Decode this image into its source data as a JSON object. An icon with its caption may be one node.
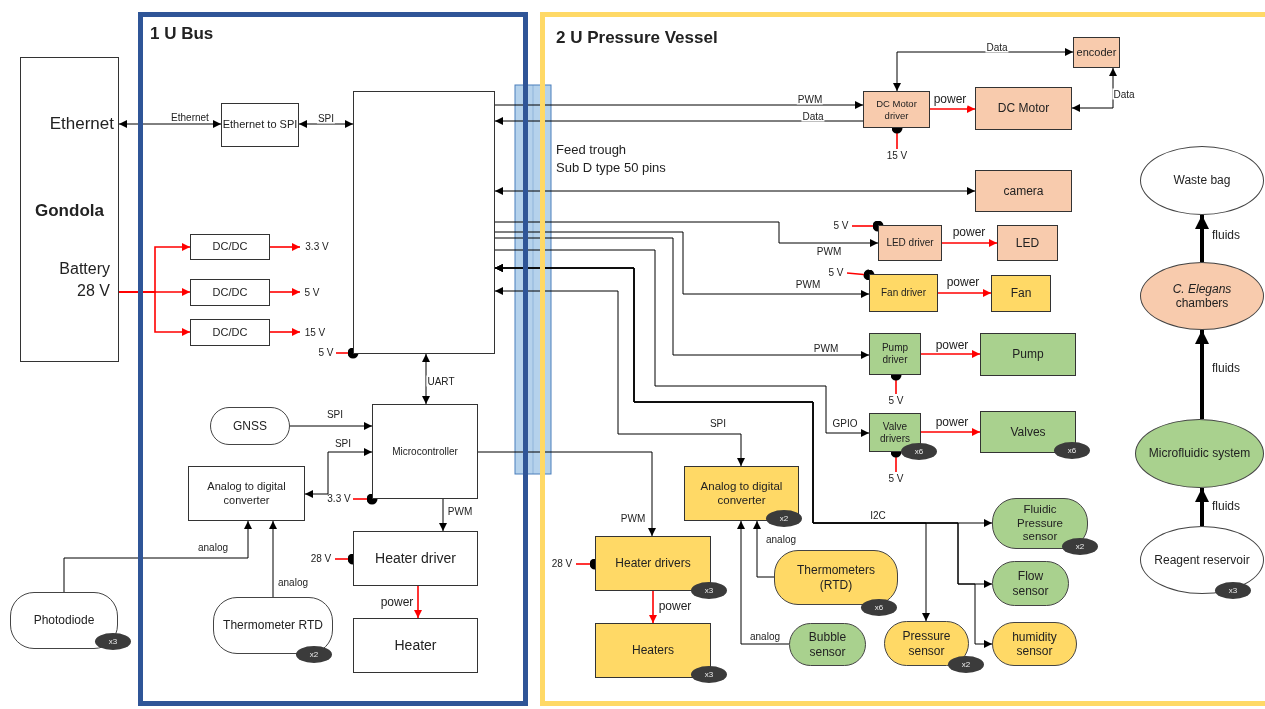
{
  "diagram": {
    "nodes": [
      {
        "text": [
          "Ethernet",
          "Gondola",
          "Battery 28 V"
        ]
      },
      {
        "text": [
          "1 U Bus"
        ]
      },
      {
        "text": [
          "2 U Pressure Vessel"
        ]
      },
      {
        "text": [
          "Ethernet to SPI"
        ],
        "in": 1
      },
      {
        "text": [],
        "shape": "box",
        "in": 1
      },
      {
        "text": [
          "DC/DC"
        ],
        "in": 1
      },
      {
        "text": [
          "DC/DC"
        ],
        "in": 1
      },
      {
        "text": [
          "DC/DC"
        ],
        "in": 1
      },
      {
        "text": [
          "GNSS"
        ],
        "in": 1
      },
      {
        "text": [
          "Microcontroller"
        ],
        "in": 1
      },
      {
        "text": [
          "Analog to digital converter"
        ],
        "in": 1
      },
      {
        "text": [
          "Heater driver"
        ],
        "in": 1
      },
      {
        "text": [
          "Heater"
        ],
        "in": 1
      },
      {
        "text": [
          "Photodiode",
          "x3"
        ]
      },
      {
        "text": [
          "Thermometer RTD",
          "x2"
        ],
        "in": 1
      },
      {
        "text": [
          "DC Motor driver"
        ],
        "in": 2
      },
      {
        "text": [
          "DC Motor"
        ],
        "in": 2
      },
      {
        "text": [
          "encoder"
        ],
        "in": 2
      },
      {
        "text": [
          "camera"
        ],
        "in": 2
      },
      {
        "text": [
          "LED driver"
        ],
        "in": 2
      },
      {
        "text": [
          "LED"
        ],
        "in": 2
      },
      {
        "text": [
          "Fan driver"
        ],
        "in": 2
      },
      {
        "text": [
          "Fan"
        ],
        "in": 2
      },
      {
        "text": [
          "Pump driver"
        ],
        "in": 2
      },
      {
        "text": [
          "Pump"
        ],
        "in": 2
      },
      {
        "text": [
          "Valve drivers",
          "x6"
        ],
        "in": 2
      },
      {
        "text": [
          "Valves",
          "x6"
        ],
        "in": 2
      },
      {
        "text": [
          "Analog to digital converter",
          "x2"
        ],
        "in": 2
      },
      {
        "text": [
          "Heater drivers",
          "x3"
        ],
        "in": 2
      },
      {
        "text": [
          "Heaters",
          "x3"
        ],
        "in": 2
      },
      {
        "text": [
          "Thermometers (RTD)",
          "x6"
        ],
        "in": 2
      },
      {
        "text": [
          "Bubble sensor"
        ],
        "in": 2
      },
      {
        "text": [
          "Fluidic Pressure sensor",
          "x2"
        ],
        "in": 2
      },
      {
        "text": [
          "Flow sensor"
        ],
        "in": 2
      },
      {
        "text": [
          "Pressure sensor",
          "x2"
        ],
        "in": 2
      },
      {
        "text": [
          "humidity sensor"
        ],
        "in": 2
      },
      {
        "text": [
          "Waste bag"
        ],
        "in": 2
      },
      {
        "text": [
          "*C. Elegans* chambers"
        ],
        "in": 2
      },
      {
        "text": [
          "Microfluidic system"
        ],
        "in": 2
      },
      {
        "text": [
          "Reagent reservoir",
          "x3"
        ],
        "in": 2
      },
      {
        "text": [
          "3.3 V"
        ],
        "in": 1
      },
      {
        "text": [
          "5 V"
        ],
        "in": 1
      },
      {
        "text": [
          "15 V"
        ],
        "in": 1
      },
      {
        "text": [
          "5 V"
        ],
        "in": 1
      },
      {
        "text": [
          "3.3 V"
        ],
        "in": 1
      },
      {
        "text": [
          "28 V"
        ],
        "in": 1
      },
      {
        "text": [
          "15 V"
        ],
        "in": 2
      },
      {
        "text": [
          "5 V"
        ],
        "in": 2
      },
      {
        "text": [
          "5 V"
        ],
        "in": 2
      },
      {
        "text": [
          "5 V"
        ],
        "in": 2
      },
      {
        "text": [
          "5 V"
        ],
        "in": 2
      },
      {
        "text": [
          "28 V"
        ],
        "in": 2
      }
    ],
    "edges": [
      {
        "from": 0,
        "to": 3,
        "arrow": "both",
        "label": "Ethernet"
      },
      {
        "from": 3,
        "to": 4,
        "arrow": "both",
        "label": "SPI"
      },
      {
        "from": 0,
        "to": 5,
        "arrow": "to",
        "color": "#ff0000"
      },
      {
        "from": 0,
        "to": 6,
        "arrow": "to",
        "color": "#ff0000"
      },
      {
        "from": 0,
        "to": 7,
        "arrow": "to",
        "color": "#ff0000"
      },
      {
        "from": 5,
        "to": 40,
        "arrow": "to",
        "color": "#ff0000"
      },
      {
        "from": 6,
        "to": 41,
        "arrow": "to",
        "color": "#ff0000"
      },
      {
        "from": 7,
        "to": 42,
        "arrow": "to",
        "color": "#ff0000"
      },
      {
        "from": 43,
        "to": 4,
        "arrow": "other",
        "color": "#ff0000"
      },
      {
        "from": 4,
        "to": 9,
        "arrow": "both",
        "label": "UART"
      },
      {
        "from": 8,
        "to": 9,
        "arrow": "to",
        "label": "SPI"
      },
      {
        "from": 9,
        "to": 10,
        "arrow": "both",
        "label": "SPI"
      },
      {
        "from": 44,
        "to": 9,
        "arrow": "other",
        "color": "#ff0000"
      },
      {
        "from": 9,
        "to": 11,
        "arrow": "to",
        "label": "PWM"
      },
      {
        "from": 45,
        "to": 11,
        "arrow": "other",
        "color": "#ff0000"
      },
      {
        "from": 11,
        "to": 12,
        "arrow": "to",
        "label": "power",
        "color": "#ff0000"
      },
      {
        "from": 13,
        "to": 10,
        "arrow": "to",
        "label": "analog"
      },
      {
        "from": 14,
        "to": 10,
        "arrow": "to",
        "label": "analog"
      },
      {
        "from": 4,
        "to": 15,
        "arrow": "to",
        "label": "PWM"
      },
      {
        "from": 15,
        "to": 4,
        "arrow": "to",
        "label": "Data"
      },
      {
        "from": 15,
        "to": 17,
        "arrow": "both",
        "label": "Data"
      },
      {
        "from": 16,
        "to": 17,
        "arrow": "both",
        "label": "Data"
      },
      {
        "from": 15,
        "to": 16,
        "arrow": "to",
        "label": "power",
        "color": "#ff0000"
      },
      {
        "from": 46,
        "to": 15,
        "arrow": "other",
        "color": "#ff0000"
      },
      {
        "from": 4,
        "to": 18,
        "arrow": "both"
      },
      {
        "from": 4,
        "to": 19,
        "arrow": "to",
        "label": "PWM"
      },
      {
        "from": 47,
        "to": 19,
        "arrow": "other",
        "color": "#ff0000"
      },
      {
        "from": 19,
        "to": 20,
        "arrow": "to",
        "label": "power",
        "color": "#ff0000"
      },
      {
        "from": 4,
        "to": 21,
        "arrow": "to",
        "label": "PWM"
      },
      {
        "from": 48,
        "to": 21,
        "arrow": "other",
        "color": "#ff0000"
      },
      {
        "from": 21,
        "to": 22,
        "arrow": "to",
        "label": "power",
        "color": "#ff0000"
      },
      {
        "from": 4,
        "to": 23,
        "arrow": "to",
        "label": "PWM"
      },
      {
        "from": 49,
        "to": 23,
        "arrow": "other",
        "color": "#ff0000"
      },
      {
        "from": 23,
        "to": 24,
        "arrow": "to",
        "label": "power",
        "color": "#ff0000"
      },
      {
        "from": 4,
        "to": 25,
        "arrow": "to",
        "label": "GPIO"
      },
      {
        "from": 50,
        "to": 25,
        "arrow": "other",
        "color": "#ff0000"
      },
      {
        "from": 25,
        "to": 26,
        "arrow": "to",
        "label": "power",
        "color": "#ff0000"
      },
      {
        "from": 4,
        "to": 27,
        "arrow": "both",
        "label": "SPI"
      },
      {
        "from": 4,
        "to": 32,
        "arrow": "both",
        "label": "I2C"
      },
      {
        "from": 4,
        "to": 34,
        "arrow": "both"
      },
      {
        "from": 4,
        "to": 33,
        "arrow": "both"
      },
      {
        "from": 4,
        "to": 35,
        "arrow": "both"
      },
      {
        "from": 9,
        "to": 28,
        "arrow": "to",
        "label": "PWM"
      },
      {
        "from": 51,
        "to": 28,
        "arrow": "other",
        "color": "#ff0000"
      },
      {
        "from": 28,
        "to": 29,
        "arrow": "to",
        "label": "power",
        "color": "#ff0000"
      },
      {
        "from": 30,
        "to": 27,
        "arrow": "to",
        "label": "analog"
      },
      {
        "from": 31,
        "to": 27,
        "arrow": "to",
        "label": "analog"
      },
      {
        "from": 39,
        "to": 38,
        "arrow": "to",
        "label": "fluids",
        "style": "thick"
      },
      {
        "from": 38,
        "to": 37,
        "arrow": "to",
        "label": "fluids",
        "style": "thick"
      },
      {
        "from": 37,
        "to": 36,
        "arrow": "to",
        "label": "fluids",
        "style": "thick"
      }
    ],
    "labels": [
      "Feed trough",
      "Sub D type 50 pins"
    ]
  }
}
